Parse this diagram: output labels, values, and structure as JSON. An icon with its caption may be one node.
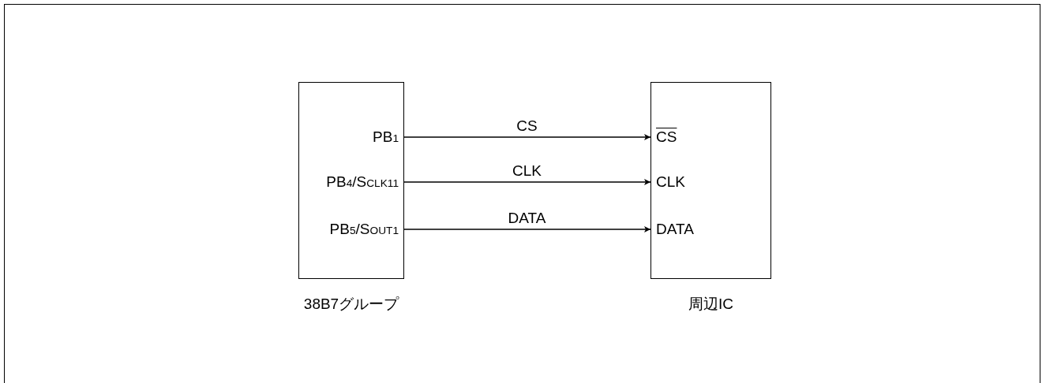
{
  "diagram": {
    "nodes": [
      {
        "text": [
          "38B7グループ"
        ]
      },
      {
        "text": [
          "PB$_{1}$"
        ],
        "in": 0
      },
      {
        "text": [
          "PB$_{4}$/S$_{CLK11}$"
        ],
        "in": 0
      },
      {
        "text": [
          "PB$_{5}$/S$_{OUT1}$"
        ],
        "in": 0
      },
      {
        "text": [
          "周辺IC"
        ]
      },
      {
        "text": [
          "CS"
        ],
        "in": 4
      },
      {
        "text": [
          "CLK"
        ],
        "in": 4
      },
      {
        "text": [
          "DATA"
        ],
        "in": 4
      }
    ],
    "edges": [
      {
        "from": 1,
        "to": 5,
        "arrow": "to",
        "label": "CS"
      },
      {
        "from": 2,
        "to": 6,
        "arrow": "to",
        "label": "CLK"
      },
      {
        "from": 3,
        "to": 7,
        "arrow": "to",
        "label": "DATA"
      }
    ]
  }
}
